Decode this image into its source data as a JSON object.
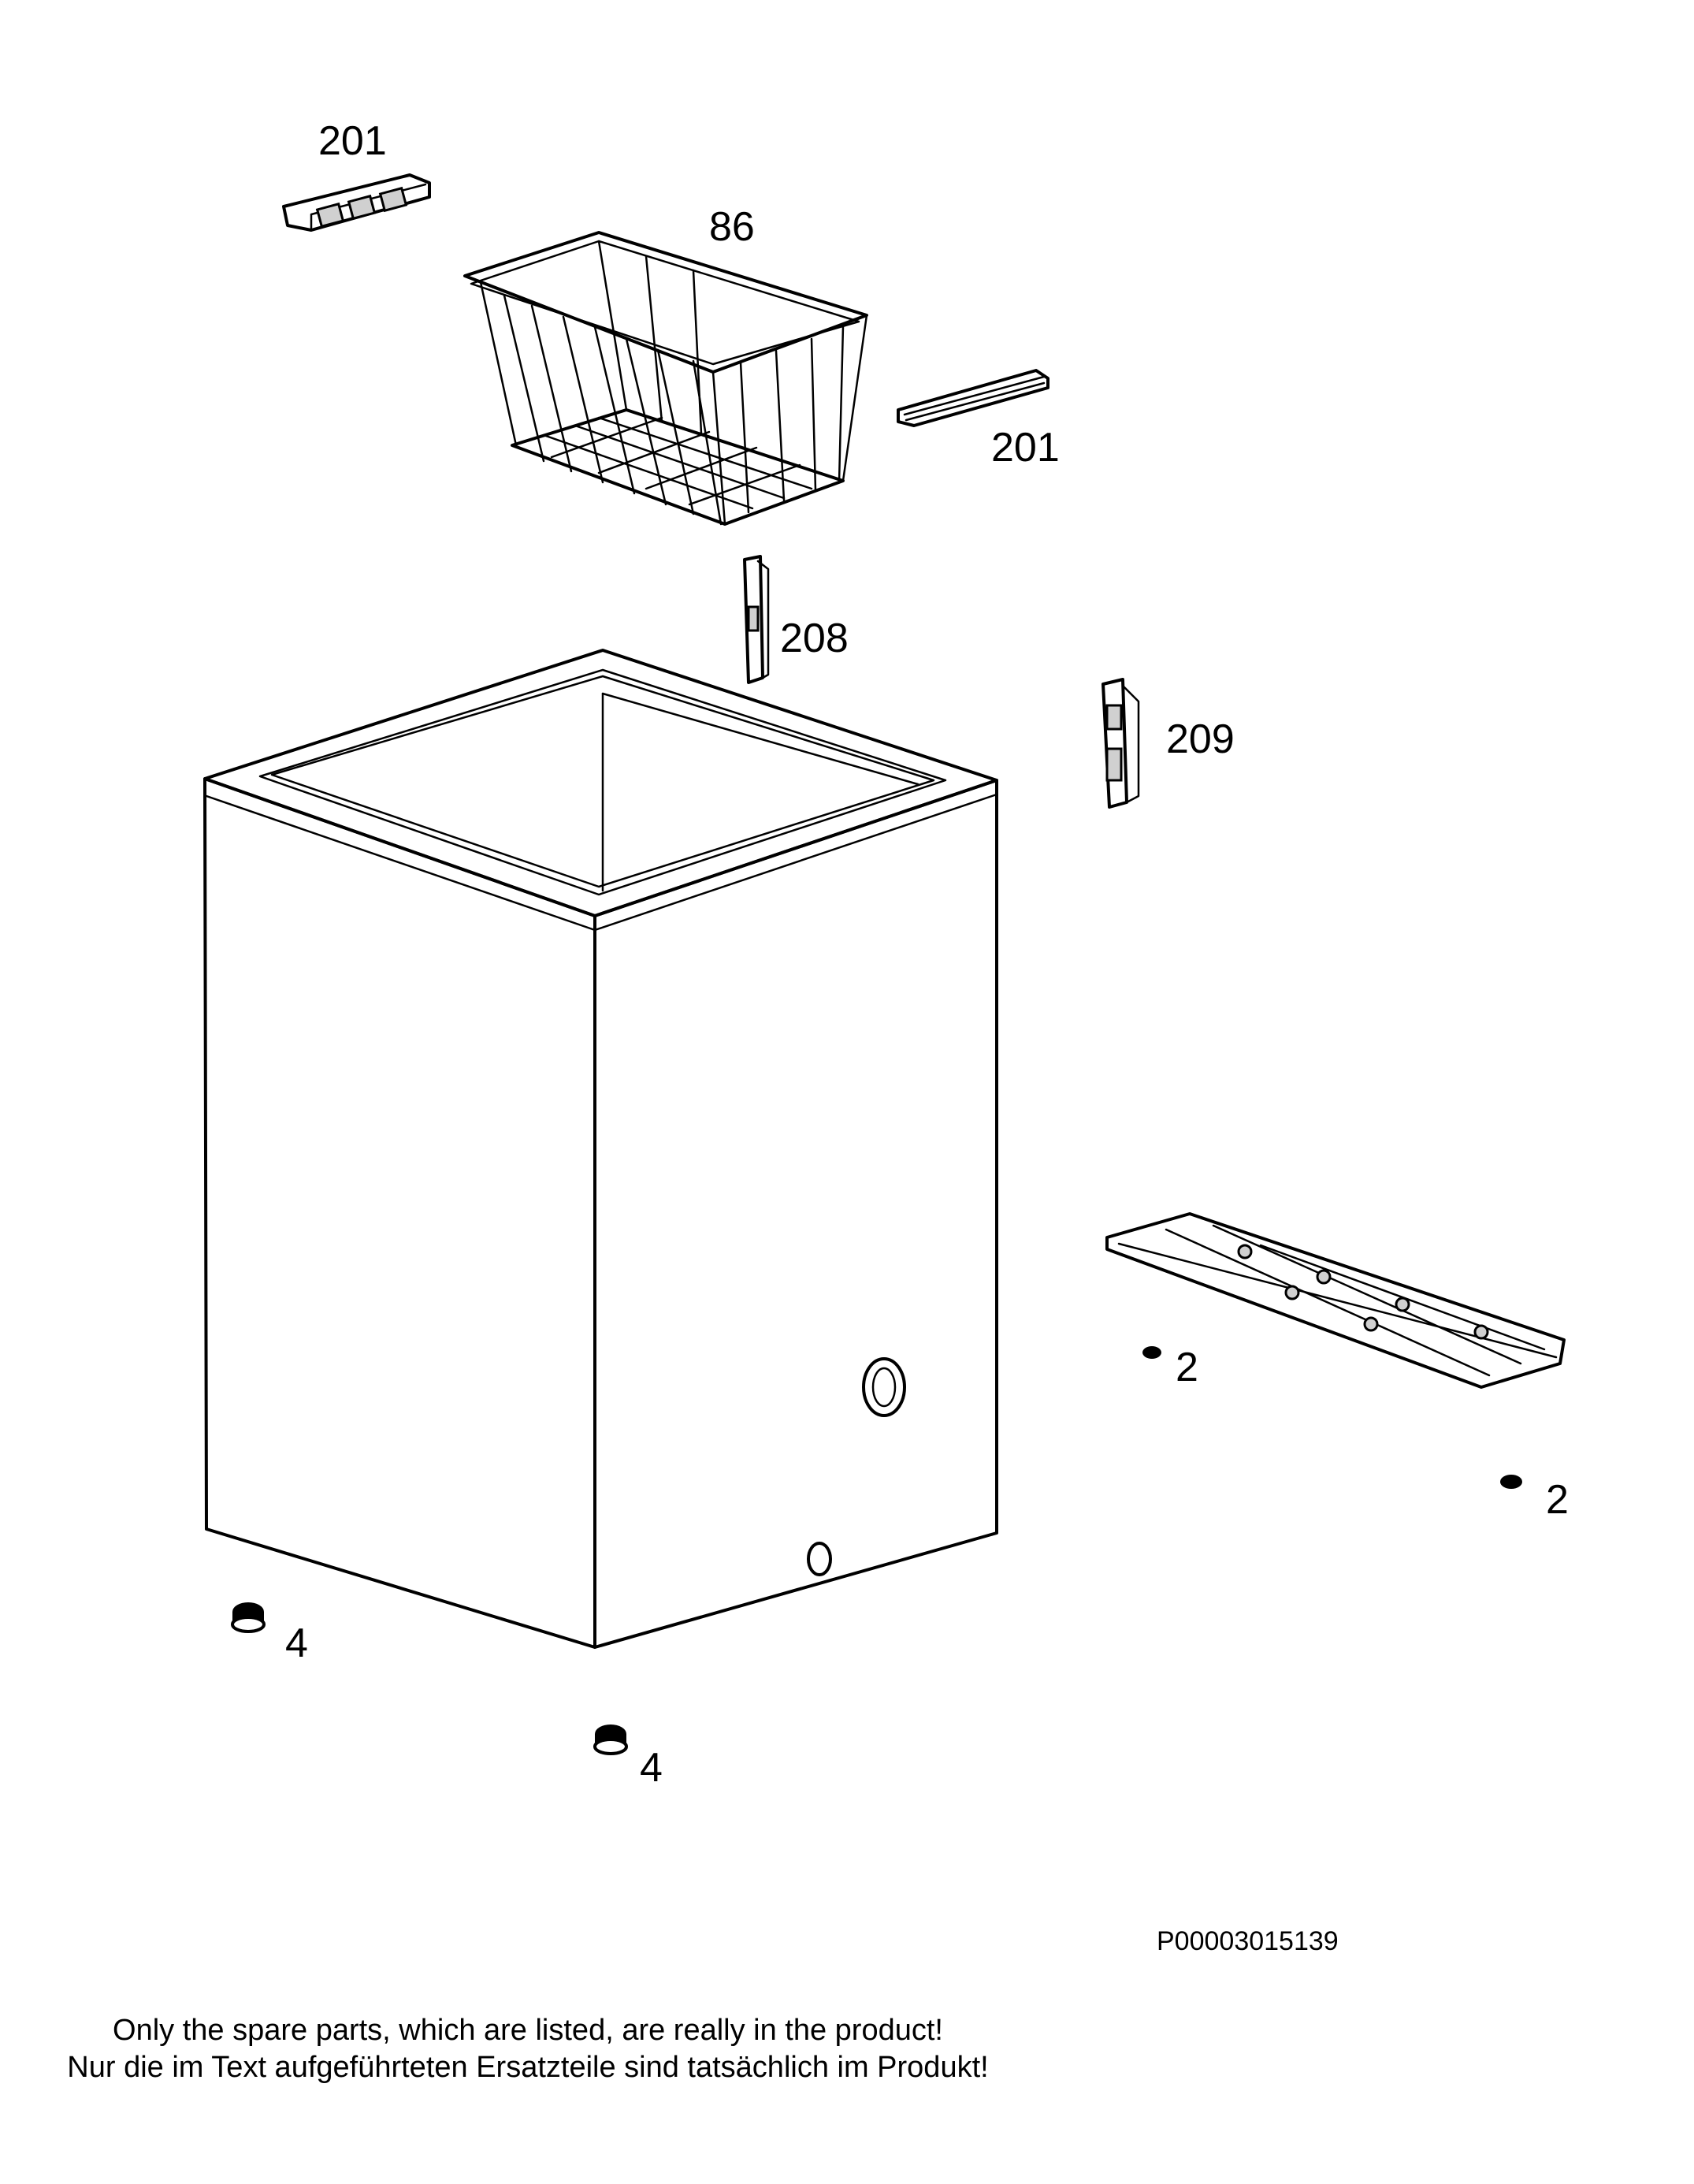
{
  "callouts": {
    "c201a": "201",
    "c86": "86",
    "c201b": "201",
    "c208": "208",
    "c209": "209",
    "c2a": "2",
    "c2b": "2",
    "c4a": "4",
    "c4b": "4"
  },
  "drawing_code": "P00003015139",
  "notes": {
    "line_en": "Only the spare parts, which are listed, are really in the product!",
    "line_de": "Nur die im Text aufgeführteten Ersatzteile sind tatsächlich im Produkt!"
  }
}
